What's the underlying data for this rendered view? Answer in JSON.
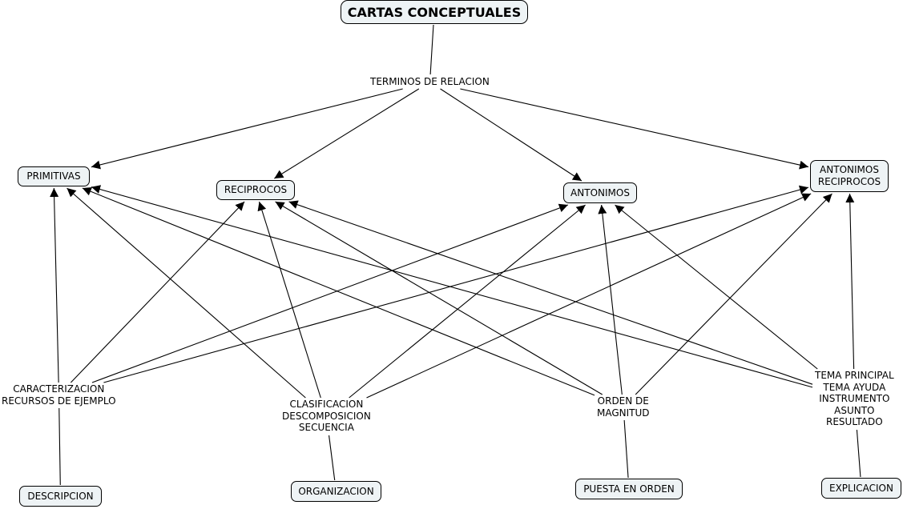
{
  "concepts": {
    "title": {
      "lines": [
        "CARTAS CONCEPTUALES"
      ]
    },
    "primitivas": {
      "lines": [
        "PRIMITIVAS"
      ]
    },
    "reciprocos": {
      "lines": [
        "RECIPROCOS"
      ]
    },
    "antonimos": {
      "lines": [
        "ANTONIMOS"
      ]
    },
    "antonimos_reciprocos": {
      "lines": [
        "ANTONIMOS",
        "RECIPROCOS"
      ]
    },
    "descripcion": {
      "lines": [
        "DESCRIPCION"
      ]
    },
    "organizacion": {
      "lines": [
        "ORGANIZACION"
      ]
    },
    "puesta_en_orden": {
      "lines": [
        "PUESTA EN ORDEN"
      ]
    },
    "explicacion": {
      "lines": [
        "EXPLICACION"
      ]
    }
  },
  "phrases": {
    "terminos": {
      "lines": [
        "TERMINOS DE RELACION"
      ]
    },
    "caracterizacion": {
      "lines": [
        "CARACTERIZACION",
        "RECURSOS DE EJEMPLO"
      ]
    },
    "clasificacion": {
      "lines": [
        "CLASIFICACION",
        "DESCOMPOSICION",
        "SECUENCIA"
      ]
    },
    "orden": {
      "lines": [
        "ORDEN DE",
        "MAGNITUD"
      ]
    },
    "tema": {
      "lines": [
        "TEMA PRINCIPAL",
        "TEMA AYUDA",
        "INSTRUMENTO",
        "ASUNTO",
        "RESULTADO"
      ]
    }
  },
  "connections": [
    {
      "from": "title",
      "to": "terminos",
      "arrow": false
    },
    {
      "from": "terminos",
      "to": "primitivas",
      "arrow": true
    },
    {
      "from": "terminos",
      "to": "reciprocos",
      "arrow": true
    },
    {
      "from": "terminos",
      "to": "antonimos",
      "arrow": true
    },
    {
      "from": "terminos",
      "to": "antonimos_reciprocos",
      "arrow": true
    },
    {
      "from": "descripcion",
      "to": "caracterizacion",
      "arrow": false
    },
    {
      "from": "organizacion",
      "to": "clasificacion",
      "arrow": false
    },
    {
      "from": "puesta_en_orden",
      "to": "orden",
      "arrow": false
    },
    {
      "from": "explicacion",
      "to": "tema",
      "arrow": false
    },
    {
      "from": "caracterizacion",
      "to": "primitivas",
      "arrow": true
    },
    {
      "from": "caracterizacion",
      "to": "reciprocos",
      "arrow": true
    },
    {
      "from": "caracterizacion",
      "to": "antonimos",
      "arrow": true
    },
    {
      "from": "caracterizacion",
      "to": "antonimos_reciprocos",
      "arrow": true
    },
    {
      "from": "clasificacion",
      "to": "primitivas",
      "arrow": true
    },
    {
      "from": "clasificacion",
      "to": "reciprocos",
      "arrow": true
    },
    {
      "from": "clasificacion",
      "to": "antonimos",
      "arrow": true
    },
    {
      "from": "clasificacion",
      "to": "antonimos_reciprocos",
      "arrow": true
    },
    {
      "from": "orden",
      "to": "primitivas",
      "arrow": true
    },
    {
      "from": "orden",
      "to": "reciprocos",
      "arrow": true
    },
    {
      "from": "orden",
      "to": "antonimos",
      "arrow": true
    },
    {
      "from": "orden",
      "to": "antonimos_reciprocos",
      "arrow": true
    },
    {
      "from": "tema",
      "to": "primitivas",
      "arrow": true
    },
    {
      "from": "tema",
      "to": "reciprocos",
      "arrow": true
    },
    {
      "from": "tema",
      "to": "antonimos",
      "arrow": true
    },
    {
      "from": "tema",
      "to": "antonimos_reciprocos",
      "arrow": true
    }
  ],
  "colors": {
    "node_fill": "#eef3f5",
    "node_border": "#000000",
    "line": "#000000"
  }
}
